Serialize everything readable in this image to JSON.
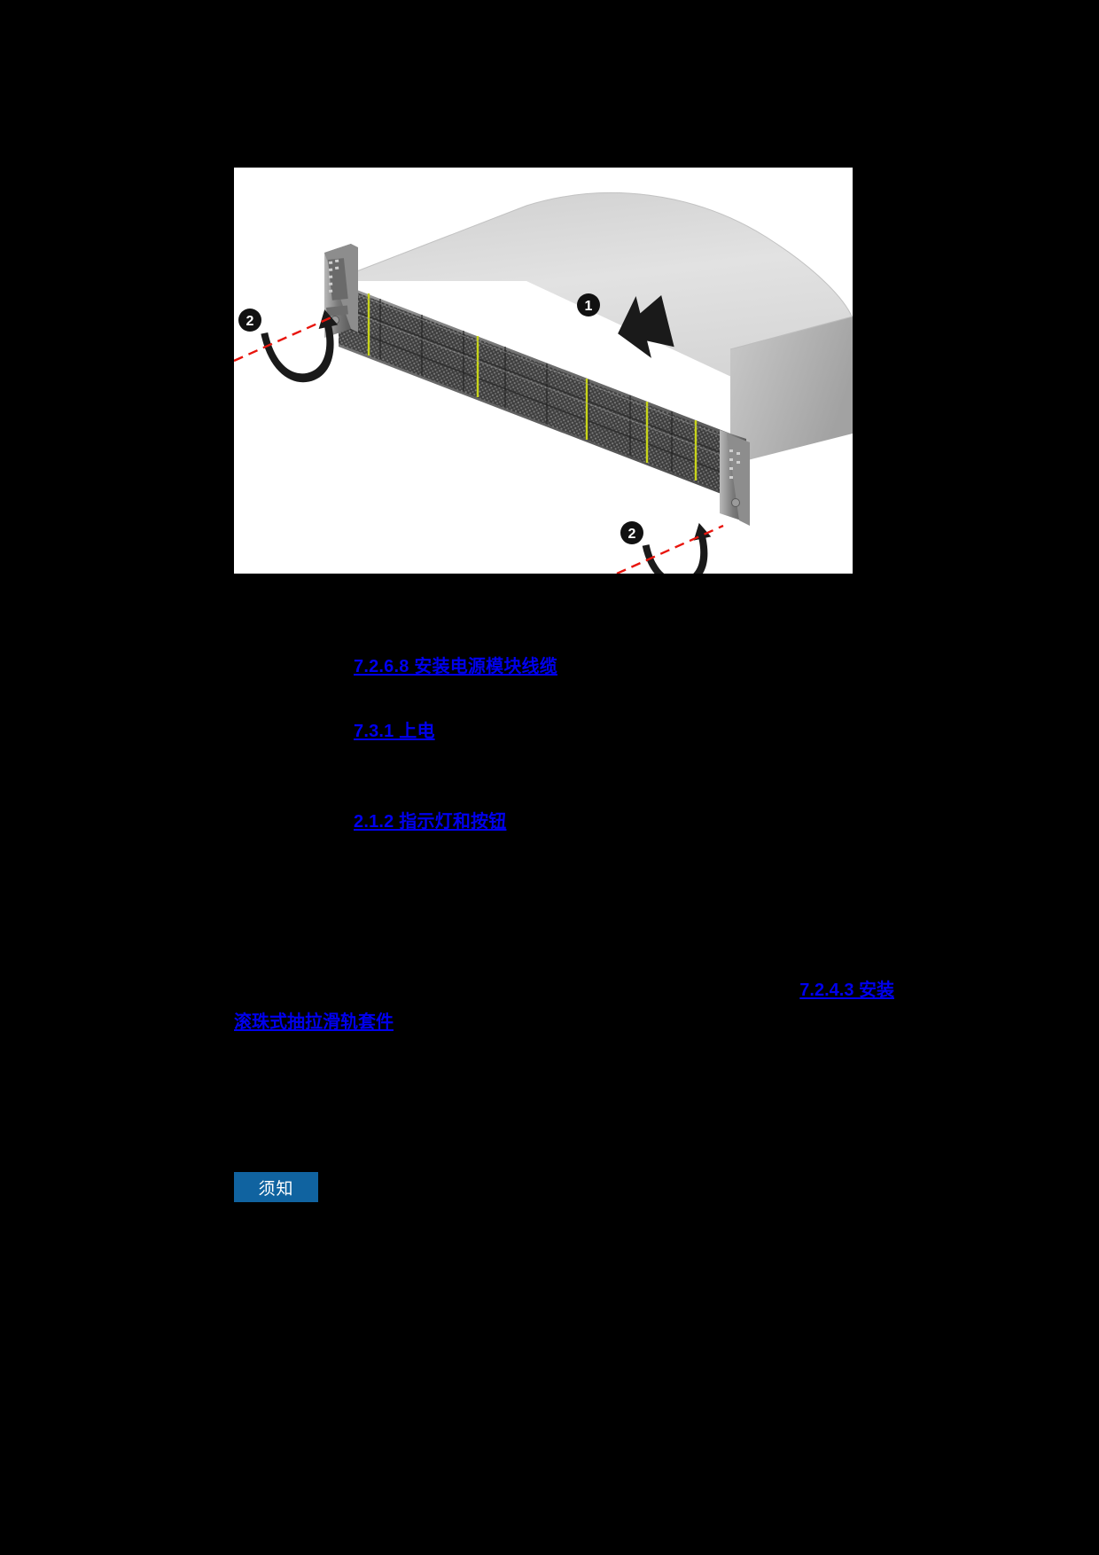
{
  "page": {
    "background_color": "#000000",
    "link_color": "#0000ee"
  },
  "figure": {
    "name": "server-chassis-install-illustration",
    "background_color": "#ffffff",
    "callouts": [
      {
        "number": "1",
        "meaning": "push-chassis-into-rack",
        "glyph": "❶"
      },
      {
        "number": "2",
        "meaning": "tighten-captive-screw-left",
        "glyph": "❷"
      },
      {
        "number": "2",
        "meaning": "tighten-captive-screw-right",
        "glyph": "❷"
      }
    ],
    "arrow_color": "#1a1a1a",
    "screw_axis_color": "#e8140c",
    "drive_latch_color": "#c8d419",
    "chassis_top_color": "#d8d8d8",
    "chassis_body_color": "#bdbdbd"
  },
  "links": {
    "item1": "7.2.6.8 安装电源模块线缆",
    "item2": "7.3.1 上电",
    "item3": "2.1.2 指示灯和按钮",
    "item4_line1": "7.2.4.3 安装",
    "item4_line2": "滚珠式抽拉滑轨套件"
  },
  "notice": {
    "label": "须知",
    "background_color": "#1063a0",
    "text_color": "#ffffff"
  }
}
